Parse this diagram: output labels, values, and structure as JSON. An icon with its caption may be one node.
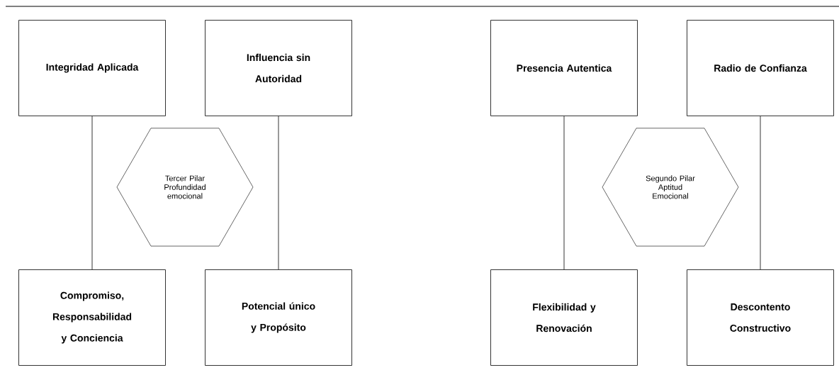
{
  "diagram": {
    "nodes": [
      {
        "text": [
          "Integridad Aplicada"
        ]
      },
      {
        "text": [
          "Influencia sin Autoridad"
        ]
      },
      {
        "text": [
          "Presencia Autentica"
        ]
      },
      {
        "text": [
          "Radio de Confianza"
        ]
      },
      {
        "text": [
          "Tercer Pilar Profundidad emocional"
        ]
      },
      {
        "text": [
          "Segundo Pilar Aptitud Emocional"
        ]
      },
      {
        "text": [
          "Compromiso, Responsabilidad y Conciencia"
        ]
      },
      {
        "text": [
          "Potencial único y Propósito"
        ]
      },
      {
        "text": [
          "Flexibilidad y Renovación"
        ]
      },
      {
        "text": [
          "Descontento Constructivo"
        ]
      }
    ],
    "edges": [
      {
        "from": 0,
        "to": 6,
        "arrow": "none"
      },
      {
        "from": 1,
        "to": 7,
        "arrow": "none"
      },
      {
        "from": 2,
        "to": 8,
        "arrow": "none"
      },
      {
        "from": 3,
        "to": 9,
        "arrow": "none"
      }
    ]
  }
}
